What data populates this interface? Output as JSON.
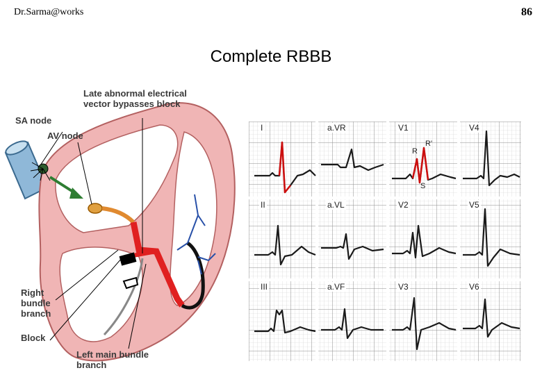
{
  "header": {
    "author": "Dr.Sarma@works",
    "page_number": "86"
  },
  "title": "Complete RBBB",
  "heart_labels": {
    "late_vector": "Late abnormal electrical vector bypasses block",
    "sa_node": "SA node",
    "av_node": "AV node",
    "right_bundle_branch": "Right bundle branch",
    "block": "Block",
    "left_main_bundle": "Left main bundle branch"
  },
  "ecg": {
    "leads": [
      "I",
      "a.VR",
      "V1",
      "V4",
      "II",
      "a.VL",
      "V2",
      "V5",
      "III",
      "a.VF",
      "V3",
      "V6"
    ],
    "wave_labels": {
      "r": "R",
      "r_prime": "R'",
      "s": "S"
    }
  },
  "colors": {
    "heart_wall": "#e8a0a0",
    "conduction": "#e02020",
    "arrow": "#2e7d32",
    "ecg_grid": "#bdbdbd",
    "ecg_highlight": "#cc1010"
  }
}
